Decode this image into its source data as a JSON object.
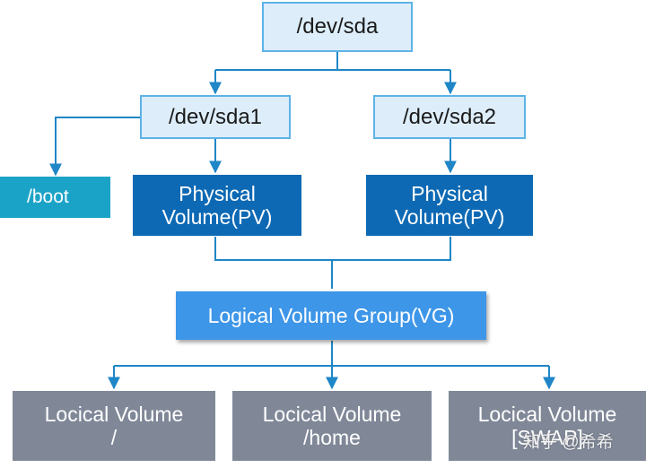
{
  "nodes": {
    "sda": "/dev/sda",
    "sda1": "/dev/sda1",
    "sda2": "/dev/sda2",
    "boot": "/boot",
    "pv1": {
      "line1": "Physical",
      "line2": "Volume(PV)"
    },
    "pv2": {
      "line1": "Physical",
      "line2": "Volume(PV)"
    },
    "vg": "Logical Volume Group(VG)",
    "lv1": {
      "line1": "Locical Volume",
      "line2": "/"
    },
    "lv2": {
      "line1": "Locical Volume",
      "line2": "/home"
    },
    "lv3": {
      "line1": "Locical Volume",
      "line2": "[SWAP]"
    }
  },
  "watermark": "知乎 @希希",
  "colors": {
    "light_fill": "#ddeefa",
    "light_border": "#5db3e6",
    "pv_fill": "#0d69b4",
    "boot_fill": "#1ba3c7",
    "vg_fill": "#3d96e8",
    "lv_fill": "#808898",
    "connector": "#1f86c7"
  }
}
